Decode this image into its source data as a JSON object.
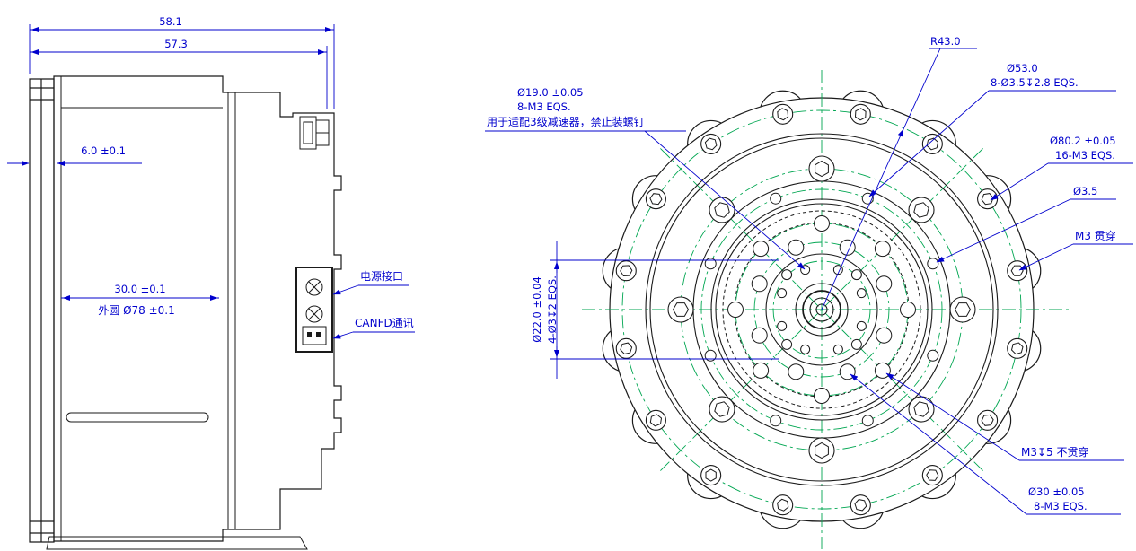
{
  "drawing": {
    "colors": {
      "dimension": "#0000CD",
      "centerline": "#00A651",
      "outline": "#1A1A1A"
    },
    "side_view": {
      "dim_total_width": "58.1",
      "dim_body_width": "57.3",
      "dim_flange_thickness": "6.0 ±0.1",
      "dim_inner_width": "30.0 ±0.1",
      "dim_outer_circle": "外圆 Ø78 ±0.1",
      "label_power_port": "电源接口",
      "label_canfd_port": "CANFD通讯"
    },
    "front_view": {
      "radius_note": "R43.0",
      "d53": {
        "line1": "Ø53.0",
        "line2": "8-Ø3.5↧2.8 EQS."
      },
      "d19": {
        "line1": "Ø19.0 ±0.05",
        "line2": "8-M3 EQS.",
        "line3": "用于适配3级减速器，禁止装螺钉"
      },
      "d80": {
        "line1": "Ø80.2 ±0.05",
        "line2": "16-M3 EQS."
      },
      "d35": "Ø3.5",
      "m3_through": "M3 贯穿",
      "d22": {
        "line1": "Ø22.0 ±0.04",
        "line2": "4-Ø3↧2 EQS."
      },
      "m3_blind": "M3↧5 不贯穿",
      "d30": {
        "line1": "Ø30 ±0.05",
        "line2": "8-M3 EQS."
      }
    }
  }
}
